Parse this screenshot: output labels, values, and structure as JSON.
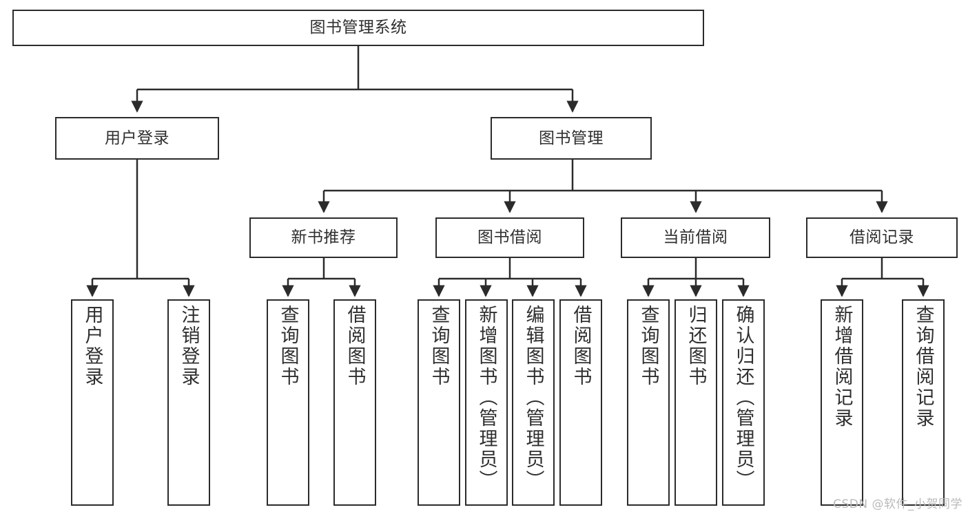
{
  "diagram": {
    "title": "图书管理系统",
    "watermark": "CSDN @软件_小贺同学",
    "colors": {
      "stroke": "#2b2b2b",
      "fill": "#ffffff",
      "text": "#2f2f2f",
      "watermark": "#b9b9b9"
    },
    "nodes": {
      "root": {
        "label": "图书管理系统"
      },
      "level2": [
        {
          "label": "用户登录"
        },
        {
          "label": "图书管理"
        }
      ],
      "level3": [
        {
          "label": "新书推荐"
        },
        {
          "label": "图书借阅"
        },
        {
          "label": "当前借阅"
        },
        {
          "label": "借阅记录"
        }
      ],
      "leaves": [
        {
          "label": "用户登录"
        },
        {
          "label": "注销登录"
        },
        {
          "label": "查询图书"
        },
        {
          "label": "借阅图书"
        },
        {
          "label": "查询图书"
        },
        {
          "label": "新增图书（管理员）"
        },
        {
          "label": "编辑图书（管理员）"
        },
        {
          "label": "借阅图书"
        },
        {
          "label": "查询图书"
        },
        {
          "label": "归还图书"
        },
        {
          "label": "确认归还（管理员）"
        },
        {
          "label": "新增借阅记录"
        },
        {
          "label": "查询借阅记录"
        }
      ]
    }
  }
}
